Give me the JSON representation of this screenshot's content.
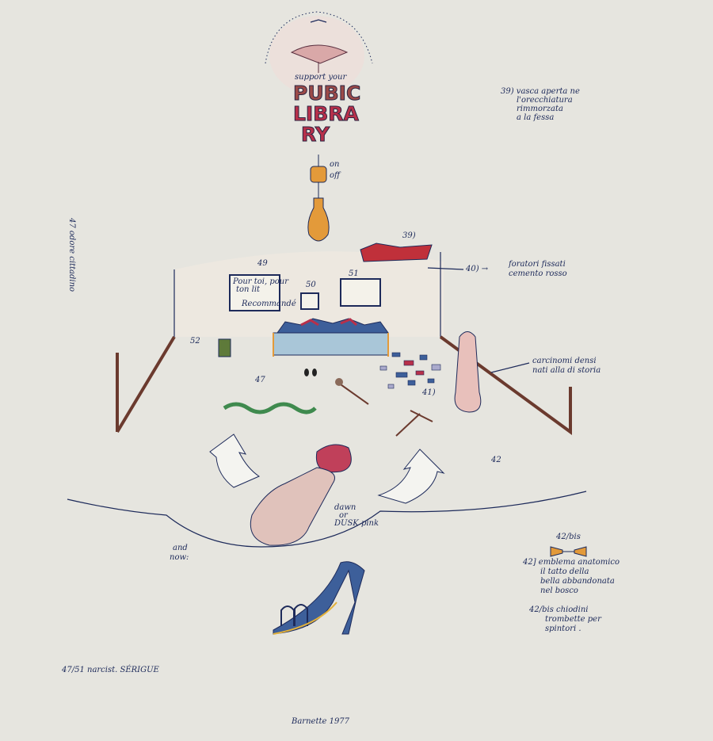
{
  "artwork": {
    "poster": {
      "tagline": "support your",
      "line1": "PUBIC",
      "line2": "LIBRA",
      "line3": "RY"
    },
    "lamp": {
      "switch_on": "on",
      "switch_off": "off"
    },
    "notes": {
      "n39": [
        "39) vasca aperta ne",
        "l'orecchiatura",
        "rimmorzata",
        "a la fessa"
      ],
      "n40": [
        "40) →",
        "foratori fissati",
        "cemento rosso"
      ],
      "left_vertical": "47 odore cittadino",
      "label_49": "49",
      "label_50": "50",
      "label_51": "51",
      "label_39": "39)",
      "label_41": "41)",
      "label_42": "42",
      "label_47": "47",
      "label_52": "52",
      "carcinomi": [
        "carcinomi densi",
        "nati alla di storia"
      ],
      "dusk": [
        "dawn",
        "or",
        "DUSK pink"
      ],
      "and_now": [
        "and",
        "now:"
      ],
      "n42bis_tag": "42/bis",
      "n42": [
        "42] emblema anatomico",
        "il tatto della",
        "bella abbandonata",
        "nel bosco"
      ],
      "n42bis": [
        "42/bis chiodini",
        "trombette per",
        "spintori ."
      ],
      "edition": "47/51 narcist. SÉRIGUE",
      "signature": "Barnette 1977"
    },
    "frame_note": [
      "Pour toi, pour",
      "ton lit",
      "Recommandé"
    ],
    "colors": {
      "paper": "#e6e5df",
      "ink": "#1d2a5a",
      "red": "#b8304a",
      "brown": "#6b3a2e",
      "pink": "#e6c2bb",
      "orange": "#e39a3a",
      "green": "#3f8a4e",
      "blue": "#3d5f9a"
    }
  }
}
